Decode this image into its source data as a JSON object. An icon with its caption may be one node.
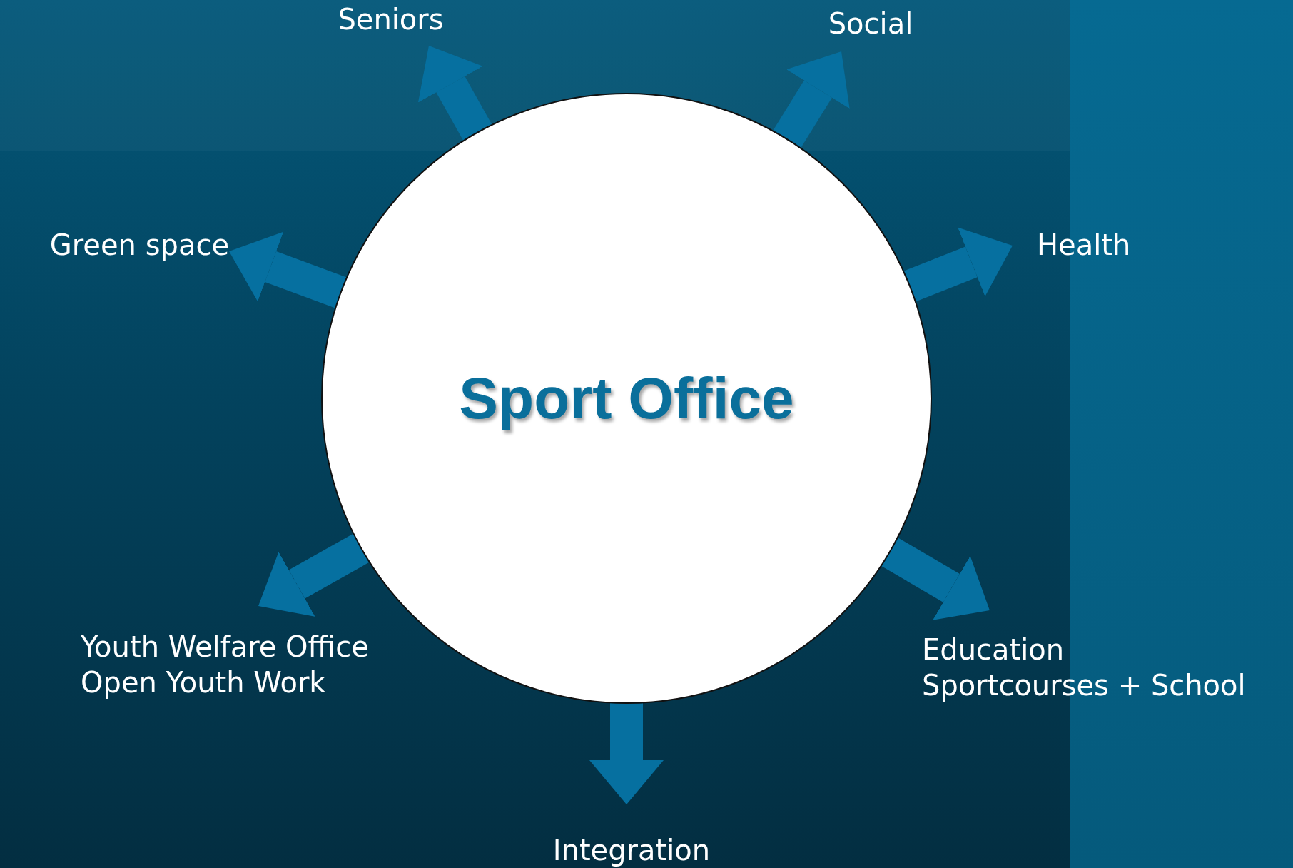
{
  "diagram": {
    "nodes": [
      {
        "text": [
          "Sport Office"
        ]
      },
      {
        "text": [
          "Seniors"
        ]
      },
      {
        "text": [
          "Social"
        ]
      },
      {
        "text": [
          "Green space"
        ]
      },
      {
        "text": [
          "Health"
        ]
      },
      {
        "text": [
          "Youth Welfare Office",
          "Open Youth Work"
        ]
      },
      {
        "text": [
          "Education",
          "Sportcourses + School"
        ]
      },
      {
        "text": [
          "Integration"
        ]
      }
    ],
    "edges": [
      {
        "from": 0,
        "to": 1,
        "arrow": "to"
      },
      {
        "from": 0,
        "to": 2,
        "arrow": "to"
      },
      {
        "from": 0,
        "to": 3,
        "arrow": "to"
      },
      {
        "from": 0,
        "to": 4,
        "arrow": "to"
      },
      {
        "from": 0,
        "to": 5,
        "arrow": "to"
      },
      {
        "from": 0,
        "to": 6,
        "arrow": "to"
      },
      {
        "from": 0,
        "to": 7,
        "arrow": "to"
      }
    ]
  }
}
